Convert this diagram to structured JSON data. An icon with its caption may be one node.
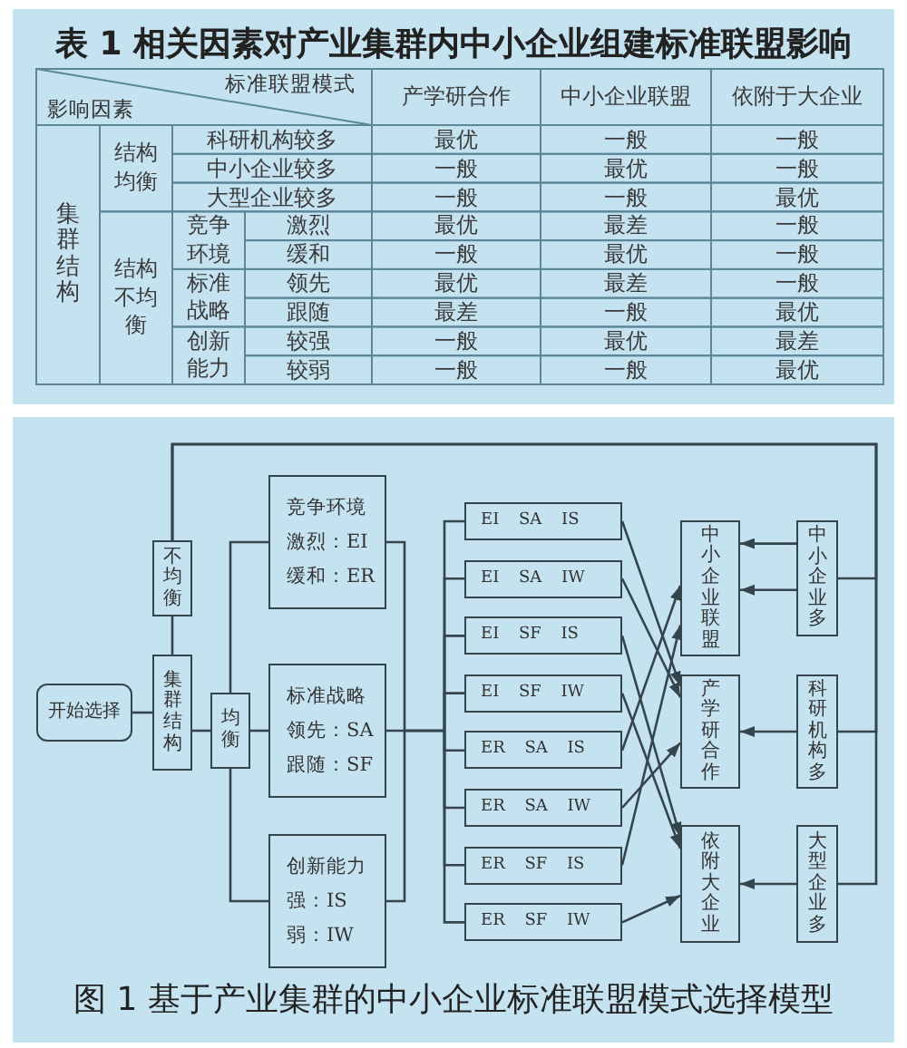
{
  "diagram": {
    "title": "表 1 相关因素对产业集群内中小企业组建标准联盟影响",
    "caption": "图 1 基于产业集群的中小企业标准联盟模式选择模型",
    "nodes": [
      {
        "text": [
          "开始选择"
        ]
      },
      {
        "text": [
          "集群结构"
        ]
      },
      {
        "text": [
          "不均衡"
        ]
      },
      {
        "text": [
          "均衡"
        ]
      },
      {
        "text": [
          "竞争环境",
          "激烈：EI",
          "缓和：ER"
        ]
      },
      {
        "text": [
          "标准战略",
          "领先：SA",
          "跟随：SF"
        ]
      },
      {
        "text": [
          "创新能力",
          "强：IS",
          "弱：IW"
        ]
      },
      {
        "text": [
          "EI SA IS"
        ]
      },
      {
        "text": [
          "EI SA IW"
        ]
      },
      {
        "text": [
          "EI SF IS"
        ]
      },
      {
        "text": [
          "EI SF IW"
        ]
      },
      {
        "text": [
          "ER SA IS"
        ]
      },
      {
        "text": [
          "ER SA IW"
        ]
      },
      {
        "text": [
          "ER SF IS"
        ]
      },
      {
        "text": [
          "ER SF IW"
        ]
      },
      {
        "text": [
          "中小企业联盟"
        ]
      },
      {
        "text": [
          "产学研合作"
        ]
      },
      {
        "text": [
          "依附大企业"
        ]
      },
      {
        "text": [
          "中小企业多"
        ]
      },
      {
        "text": [
          "科研机构多"
        ]
      },
      {
        "text": [
          "大型企业多"
        ]
      }
    ],
    "edges": [
      {
        "from": 0,
        "to": 1,
        "arrow": "none"
      },
      {
        "from": 1,
        "to": 2,
        "arrow": "none"
      },
      {
        "from": 1,
        "to": 3,
        "arrow": "none"
      },
      {
        "from": 2,
        "to": 18,
        "arrow": "none"
      },
      {
        "from": 2,
        "to": 19,
        "arrow": "none"
      },
      {
        "from": 2,
        "to": 20,
        "arrow": "none"
      },
      {
        "from": 3,
        "to": 4,
        "arrow": "none"
      },
      {
        "from": 3,
        "to": 5,
        "arrow": "none"
      },
      {
        "from": 3,
        "to": 6,
        "arrow": "none"
      },
      {
        "from": 4,
        "to": 7,
        "arrow": "none"
      },
      {
        "from": 4,
        "to": 8,
        "arrow": "none"
      },
      {
        "from": 4,
        "to": 9,
        "arrow": "none"
      },
      {
        "from": 4,
        "to": 10,
        "arrow": "none"
      },
      {
        "from": 4,
        "to": 11,
        "arrow": "none"
      },
      {
        "from": 4,
        "to": 12,
        "arrow": "none"
      },
      {
        "from": 4,
        "to": 13,
        "arrow": "none"
      },
      {
        "from": 4,
        "to": 14,
        "arrow": "none"
      },
      {
        "from": 5,
        "to": 7,
        "arrow": "none"
      },
      {
        "from": 5,
        "to": 8,
        "arrow": "none"
      },
      {
        "from": 5,
        "to": 9,
        "arrow": "none"
      },
      {
        "from": 5,
        "to": 10,
        "arrow": "none"
      },
      {
        "from": 5,
        "to": 11,
        "arrow": "none"
      },
      {
        "from": 5,
        "to": 12,
        "arrow": "none"
      },
      {
        "from": 5,
        "to": 13,
        "arrow": "none"
      },
      {
        "from": 5,
        "to": 14,
        "arrow": "none"
      },
      {
        "from": 6,
        "to": 7,
        "arrow": "none"
      },
      {
        "from": 6,
        "to": 8,
        "arrow": "none"
      },
      {
        "from": 6,
        "to": 9,
        "arrow": "none"
      },
      {
        "from": 6,
        "to": 10,
        "arrow": "none"
      },
      {
        "from": 6,
        "to": 11,
        "arrow": "none"
      },
      {
        "from": 6,
        "to": 12,
        "arrow": "none"
      },
      {
        "from": 6,
        "to": 13,
        "arrow": "none"
      },
      {
        "from": 6,
        "to": 14,
        "arrow": "none"
      },
      {
        "from": 7,
        "to": 16,
        "arrow": "to"
      },
      {
        "from": 8,
        "to": 16,
        "arrow": "to"
      },
      {
        "from": 9,
        "to": 17,
        "arrow": "to"
      },
      {
        "from": 10,
        "to": 17,
        "arrow": "to"
      },
      {
        "from": 11,
        "to": 15,
        "arrow": "to"
      },
      {
        "from": 12,
        "to": 16,
        "arrow": "to"
      },
      {
        "from": 13,
        "to": 15,
        "arrow": "to"
      },
      {
        "from": 14,
        "to": 17,
        "arrow": "to"
      },
      {
        "from": 18,
        "to": 15,
        "arrow": "to"
      },
      {
        "from": 18,
        "to": 15,
        "arrow": "to"
      },
      {
        "from": 19,
        "to": 16,
        "arrow": "to"
      },
      {
        "from": 20,
        "to": 17,
        "arrow": "to"
      }
    ],
    "labels": [
      "标准联盟模式",
      "影响因素",
      "产学研合作",
      "中小企业联盟",
      "依附于大企业",
      "集群结构",
      "结构均衡",
      "科研机构较多",
      "最优",
      "一般",
      "一般",
      "中小企业较多",
      "一般",
      "最优",
      "一般",
      "大型企业较多",
      "一般",
      "一般",
      "最优",
      "结构不均衡",
      "竞争环境",
      "激烈",
      "最优",
      "最差",
      "一般",
      "缓和",
      "一般",
      "最优",
      "一般",
      "标准战略",
      "领先",
      "最优",
      "最差",
      "一般",
      "跟随",
      "最差",
      "一般",
      "最优",
      "创新能力",
      "较强",
      "一般",
      "最优",
      "最差",
      "较弱",
      "一般",
      "一般",
      "最优"
    ]
  }
}
